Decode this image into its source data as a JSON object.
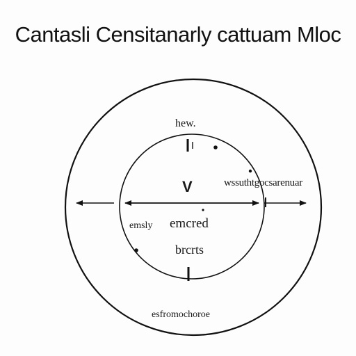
{
  "diagram": {
    "title": "Cantasli Censitanarly cattuam Mloc",
    "labels": {
      "top": "hew.",
      "center": "V",
      "right": "wssuthtgocsarenuar",
      "left": "emsly",
      "middle": "emcred",
      "bottom": "brcrts",
      "footer": "esfromochoroe"
    },
    "colors": {
      "stroke": "#111111",
      "background": "#fdfdfd"
    }
  }
}
